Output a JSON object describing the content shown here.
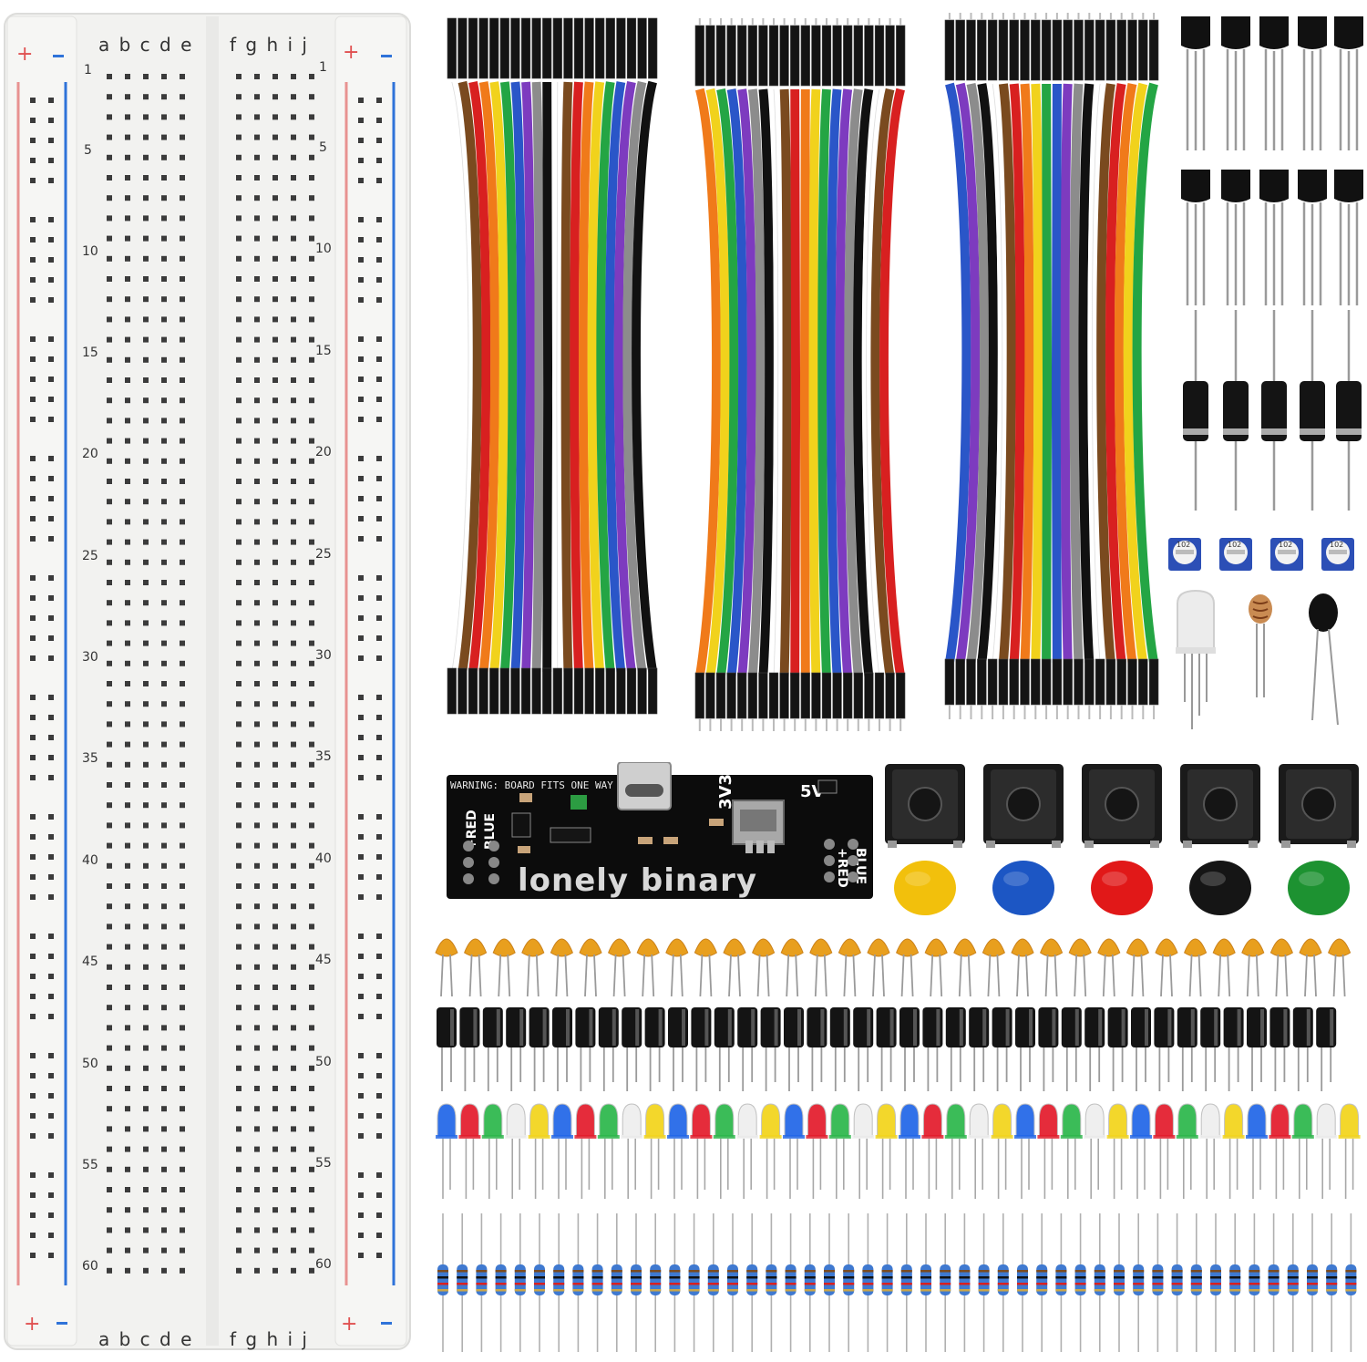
{
  "breadboard": {
    "columns_left": "a b c d e",
    "columns_right": "f g h i j",
    "row_numbers": [
      "1",
      "5",
      "10",
      "15",
      "20",
      "25",
      "30",
      "35",
      "40",
      "45",
      "50",
      "55",
      "60"
    ]
  },
  "power_module": {
    "warning_text": "WARNING: BOARD FITS ONE WAY ONLY",
    "brand_text": "lonely binary",
    "label_3v3": "3V3",
    "label_5v": "5V",
    "label_red_left": "+RED",
    "label_blue_left": "BLUE",
    "label_red_right": "+RED",
    "label_blue_right": "BLUE"
  },
  "trimpot_label": "102",
  "colors": {
    "wire_palette": [
      "#ffffff",
      "#7a4a1f",
      "#d82020",
      "#f07a1a",
      "#f1d21c",
      "#24a544",
      "#2a56c8",
      "#7d3bbf",
      "#8c8c8c",
      "#111111"
    ],
    "button_caps": [
      "#f2c00c",
      "#1c56c4",
      "#e11818",
      "#151515",
      "#1d9231"
    ],
    "led_colors": [
      "#2066e8",
      "#e31b2b",
      "#2bb74a",
      "#eeeeee",
      "#f2d41a"
    ],
    "breadboard_red": "#e05050",
    "breadboard_blue": "#2f73d9"
  },
  "icons": {
    "breadboard": "breadboard-icon",
    "jumper_wires": "jumper-wire-icon",
    "transistor": "transistor-icon",
    "diode": "diode-icon",
    "potentiometer": "potentiometer-icon",
    "rgb_led": "rgb-led-icon",
    "photoresistor": "photoresistor-icon",
    "thermistor": "thermistor-icon",
    "push_button": "push-button-icon",
    "ceramic_capacitor": "ceramic-capacitor-icon",
    "electrolytic_capacitor": "electrolytic-capacitor-icon",
    "led": "led-icon",
    "resistor": "resistor-icon"
  },
  "counts": {
    "wire_bundles": 3,
    "transistors": 10,
    "diodes": 5,
    "potentiometers": 4,
    "buttons": 5,
    "ceramic_capacitors": 32,
    "electrolytic_capacitors": 39,
    "leds": 40,
    "resistors": 48
  }
}
